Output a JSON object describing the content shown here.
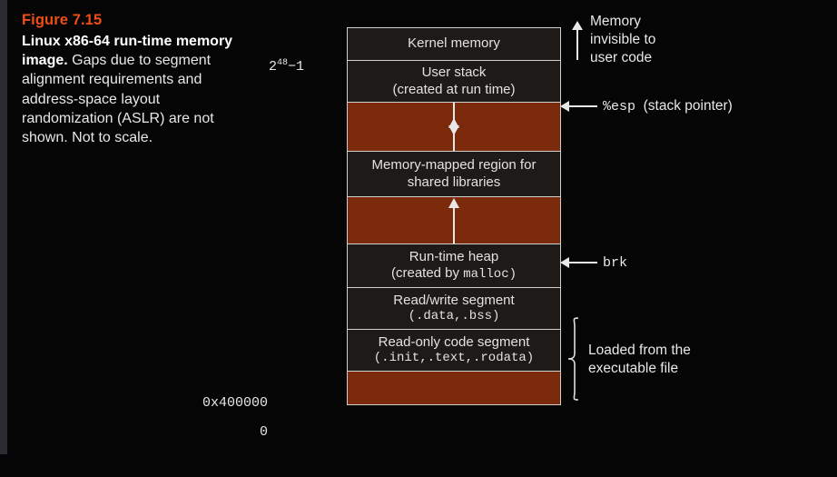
{
  "figure": {
    "number": "Figure 7.15",
    "title": "Linux x86-64 run-time memory image.",
    "body": " Gaps due to segment alignment requirements and address-space layout randomization (ASLR) are not shown. Not to scale."
  },
  "colors": {
    "accent": "#f04e14",
    "segment_fill": "#1e1a18",
    "gap_fill": "#7b2a0c",
    "border": "#cfcfcf",
    "text": "#e8e8e8",
    "background": "#050505"
  },
  "diagram": {
    "rows": [
      {
        "id": "kernel-memory",
        "kind": "segment",
        "line1": "Kernel memory",
        "line2": "",
        "line2_mono": ""
      },
      {
        "id": "user-stack",
        "kind": "segment",
        "line1": "User stack",
        "line2": "(created at run time)",
        "line2_mono": ""
      },
      {
        "id": "stack-gap",
        "kind": "gap",
        "line1": "",
        "line2": "",
        "line2_mono": ""
      },
      {
        "id": "memory-mapped-region",
        "kind": "segment",
        "line1": "Memory-mapped region for",
        "line2": "shared libraries",
        "line2_mono": ""
      },
      {
        "id": "heap-gap",
        "kind": "gap",
        "line1": "",
        "line2": "",
        "line2_mono": ""
      },
      {
        "id": "run-time-heap",
        "kind": "segment",
        "line1": "Run-time heap",
        "line2": "(created by ",
        "line2_mono": "malloc)"
      },
      {
        "id": "read-write-segment",
        "kind": "segment",
        "line1": "Read/write segment",
        "line2": "",
        "line2_mono": "(.data,.bss)"
      },
      {
        "id": "read-only-code-segment",
        "kind": "segment",
        "line1": "Read-only code segment",
        "line2": "",
        "line2_mono": "(.init,.text,.rodata)"
      },
      {
        "id": "reserved-low-memory",
        "kind": "gap",
        "line1": "",
        "line2": "",
        "line2_mono": ""
      }
    ]
  },
  "addresses": [
    {
      "id": "top-of-user-space",
      "base": "2",
      "exponent": "48",
      "suffix": "−1",
      "plain": ""
    },
    {
      "id": "code-start",
      "base": "",
      "exponent": "",
      "suffix": "",
      "plain": "0x400000"
    },
    {
      "id": "zero",
      "base": "",
      "exponent": "",
      "suffix": "",
      "plain": "0"
    }
  ],
  "annotations": {
    "kernel_note": {
      "line1": "Memory",
      "line2": "invisible to",
      "line3": "user code"
    },
    "stack_pointer": {
      "register": "%esp",
      "description": "(stack pointer)"
    },
    "brk": {
      "label": "brk"
    },
    "loaded": {
      "line1": "Loaded from the",
      "line2": "executable file"
    }
  }
}
